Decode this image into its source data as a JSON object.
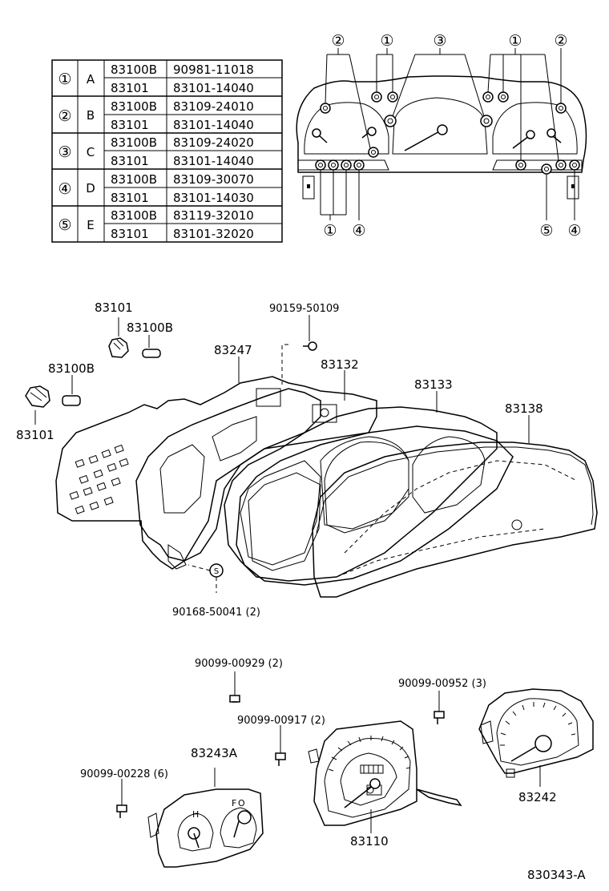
{
  "bulb_table": {
    "rows": [
      {
        "num": "①",
        "code": "A",
        "r1c1": "83100B",
        "r1c2": "90981-11018",
        "r2c1": "83101",
        "r2c2": "83101-14040"
      },
      {
        "num": "②",
        "code": "B",
        "r1c1": "83100B",
        "r1c2": "83109-24010",
        "r2c1": "83101",
        "r2c2": "83101-14040"
      },
      {
        "num": "③",
        "code": "C",
        "r1c1": "83100B",
        "r1c2": "83109-24020",
        "r2c1": "83101",
        "r2c2": "83101-14040"
      },
      {
        "num": "④",
        "code": "D",
        "r1c1": "83100B",
        "r1c2": "83109-30070",
        "r2c1": "83101",
        "r2c2": "83101-14030"
      },
      {
        "num": "⑤",
        "code": "E",
        "r1c1": "83100B",
        "r1c2": "83119-32010",
        "r2c1": "83101",
        "r2c2": "83101-32020"
      }
    ]
  },
  "locator": {
    "top": [
      "②",
      "①",
      "③",
      "①",
      "②"
    ],
    "bottom": [
      "①",
      "④",
      "⑤",
      "④"
    ]
  },
  "parts": {
    "p83101_top": "83101",
    "p83100b_top": "83100B",
    "p83100b_left": "83100B",
    "p83101_left": "83101",
    "p83247": "83247",
    "p90159": "90159-50109",
    "p83132": "83132",
    "p83133": "83133",
    "p83138": "83138",
    "p90168": "90168-50041 (2)",
    "p90099_929": "90099-00929 (2)",
    "p90099_952": "90099-00952 (3)",
    "p90099_917": "90099-00917 (2)",
    "p83243a": "83243A",
    "p90099_228": "90099-00228 (6)",
    "p83242": "83242",
    "p83110": "83110"
  },
  "diagram_code": "830343-A"
}
